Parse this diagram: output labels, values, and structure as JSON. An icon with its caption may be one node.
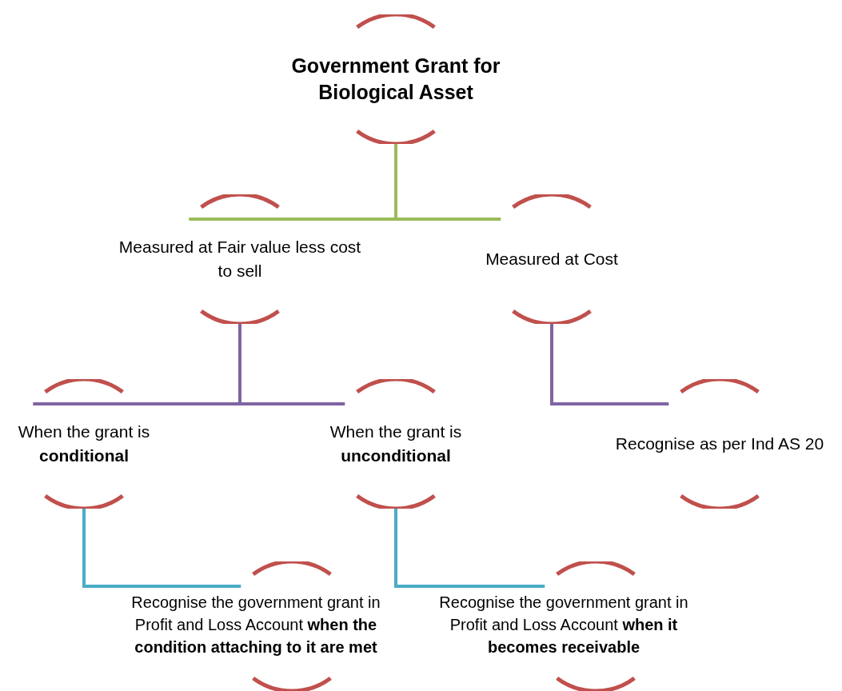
{
  "diagram": {
    "nodes": [
      {
        "text": [
          "Government Grant for Biological Asset"
        ]
      },
      {
        "text": [
          "Measured at Fair value less cost to sell"
        ]
      },
      {
        "text": [
          "Measured at Cost"
        ]
      },
      {
        "text": [
          "When the grant is **conditional**"
        ]
      },
      {
        "text": [
          "When the grant is **unconditional**"
        ]
      },
      {
        "text": [
          "Recognise as per Ind AS 20"
        ]
      },
      {
        "text": [
          "Recognise the government grant in Profit and Loss Account **when the condition attaching to it are met**"
        ]
      },
      {
        "text": [
          "Recognise the government grant in Profit and Loss Account **when it becomes receivable**"
        ]
      }
    ],
    "edges": [
      {
        "from": 0,
        "to": 1,
        "arrow": "none",
        "color": "#9bbb59"
      },
      {
        "from": 0,
        "to": 2,
        "arrow": "none",
        "color": "#9bbb59"
      },
      {
        "from": 1,
        "to": 3,
        "arrow": "none",
        "color": "#8064a2"
      },
      {
        "from": 1,
        "to": 4,
        "arrow": "none",
        "color": "#8064a2"
      },
      {
        "from": 2,
        "to": 5,
        "arrow": "none",
        "color": "#8064a2"
      },
      {
        "from": 3,
        "to": 6,
        "arrow": "none",
        "color": "#4bacc6"
      },
      {
        "from": 4,
        "to": 7,
        "arrow": "none",
        "color": "#4bacc6"
      }
    ]
  }
}
